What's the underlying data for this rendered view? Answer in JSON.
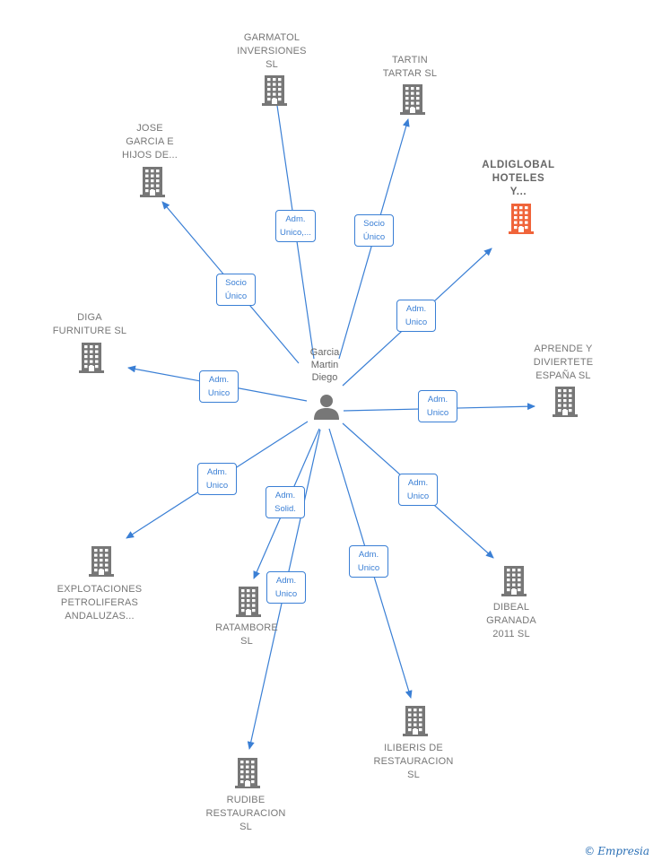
{
  "center": {
    "name": "Garcia\nMartin\nDiego"
  },
  "colors": {
    "edge": "#3a7fd5",
    "building": "#777777",
    "highlight": "#f0643a"
  },
  "nodes": [
    {
      "id": "garmatol",
      "name": "GARMATOL\nINVERSIONES\nSL",
      "role": "Adm.\nUnico,...",
      "highlight": false
    },
    {
      "id": "tartin",
      "name": "TARTIN\nTARTAR  SL",
      "role": "Socio\nÚnico",
      "highlight": false
    },
    {
      "id": "jose",
      "name": "JOSE\nGARCIA E\nHIJOS DE...",
      "role": "Socio\nÚnico",
      "highlight": false
    },
    {
      "id": "aldiglobal",
      "name": "ALDIGLOBAL\nHOTELES\nY...",
      "role": "Adm.\nUnico",
      "highlight": true
    },
    {
      "id": "diga",
      "name": "DIGA\nFURNITURE  SL",
      "role": "Adm.\nUnico",
      "highlight": false
    },
    {
      "id": "aprende",
      "name": "APRENDE Y\nDIVIERTETE\nESPAÑA  SL",
      "role": "Adm.\nUnico",
      "highlight": false
    },
    {
      "id": "explotaciones",
      "name": "EXPLOTACIONES\nPETROLIFERAS\nANDALUZAS...",
      "role": "Adm.\nUnico",
      "highlight": false
    },
    {
      "id": "ratambore",
      "name": "RATAMBORE\nSL",
      "role": "Adm.\nSolid.",
      "highlight": false
    },
    {
      "id": "dibeal",
      "name": "DIBEAL\nGRANADA\n2011 SL",
      "role": "Adm.\nUnico",
      "highlight": false
    },
    {
      "id": "iliberis",
      "name": "ILIBERIS DE\nRESTAURACION\nSL",
      "role": "Adm.\nUnico",
      "highlight": false
    },
    {
      "id": "rudibe",
      "name": "RUDIBE\nRESTAURACION\nSL",
      "role": "Adm.\nUnico",
      "highlight": false
    }
  ],
  "footer": {
    "copyright": "©",
    "brand": "Empresia"
  }
}
